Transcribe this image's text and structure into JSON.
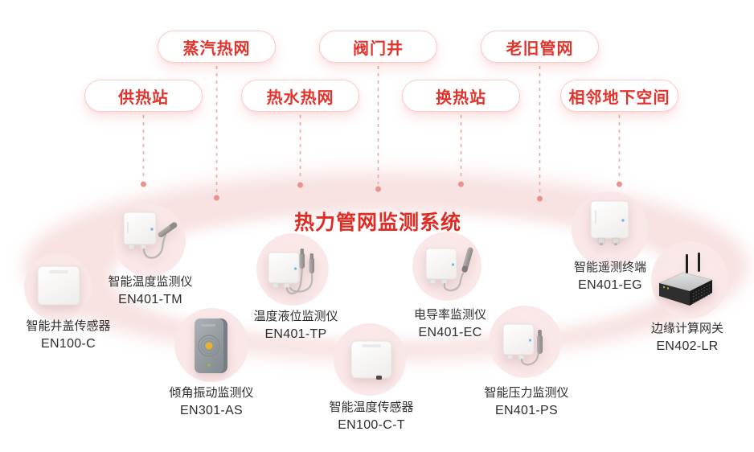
{
  "title": "热力管网监测系统",
  "colors": {
    "accent_red": "#E02A22",
    "pill_text": "#E2342C",
    "pill_border": "#F7CDCA",
    "dashed_line": "#EFA8A3",
    "line_dot": "#E8938D",
    "halo_pink": "#FBE8E9",
    "ring_pink": "#F8E2E2",
    "label_text": "#2E2E2E"
  },
  "pills": [
    {
      "label": "蒸汽热网"
    },
    {
      "label": "阀门井"
    },
    {
      "label": "老旧管网"
    },
    {
      "label": "供热站"
    },
    {
      "label": "热水热网"
    },
    {
      "label": "换热站"
    },
    {
      "label": "相邻地下空间"
    }
  ],
  "devices": [
    {
      "name": "智能井盖传感器",
      "model": "EN100-C"
    },
    {
      "name": "智能温度监测仪",
      "model": "EN401-TM"
    },
    {
      "name": "倾角振动监测仪",
      "model": "EN301-AS"
    },
    {
      "name": "温度液位监测仪",
      "model": "EN401-TP"
    },
    {
      "name": "智能温度传感器",
      "model": "EN100-C-T"
    },
    {
      "name": "电导率监测仪",
      "model": "EN401-EC"
    },
    {
      "name": "智能压力监测仪",
      "model": "EN401-PS"
    },
    {
      "name": "智能遥测终端",
      "model": "EN401-EG"
    },
    {
      "name": "边缘计算网关",
      "model": "EN402-LR"
    }
  ]
}
